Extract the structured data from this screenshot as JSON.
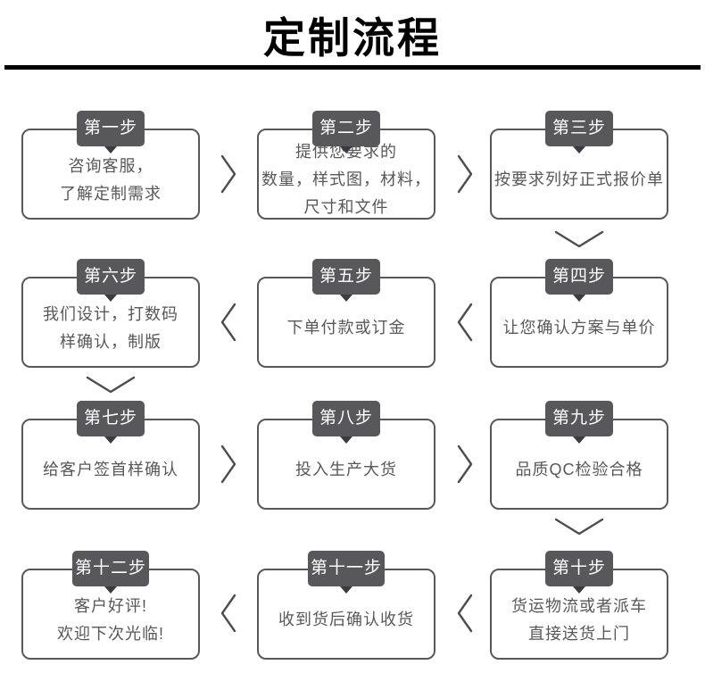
{
  "page": {
    "title": "定制流程"
  },
  "steps": [
    {
      "label": "第一步",
      "text": "咨询客服，\n了解定制需求"
    },
    {
      "label": "第二步",
      "text": "提供您要求的\n数量，样式图，材料，\n尺寸和文件"
    },
    {
      "label": "第三步",
      "text": "按要求列好正式报价单"
    },
    {
      "label": "第四步",
      "text": "让您确认方案与单价"
    },
    {
      "label": "第五步",
      "text": "下单付款或订金"
    },
    {
      "label": "第六步",
      "text": "我们设计，打数码\n样确认，制版"
    },
    {
      "label": "第七步",
      "text": "给客户签首样确认"
    },
    {
      "label": "第八步",
      "text": "投入生产大货"
    },
    {
      "label": "第九步",
      "text": "品质QC检验合格"
    },
    {
      "label": "第十步",
      "text": "货运物流或者派车\n直接送货上门"
    },
    {
      "label": "第十一步",
      "text": "收到货后确认收货"
    },
    {
      "label": "第十二步",
      "text": "客户好评!\n欢迎下次光临!"
    }
  ],
  "colors": {
    "title": "#000000",
    "tab_background": "#58585a",
    "tab_tail": "#3c3c3e",
    "box_border": "#57585a",
    "body_text": "#595757",
    "arrow": "#4c4d4f"
  }
}
